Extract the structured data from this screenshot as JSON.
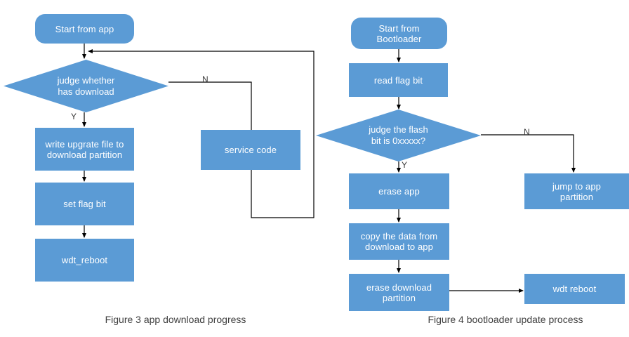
{
  "figure_left": {
    "caption": "Figure 3 app download progress",
    "nodes": {
      "start": "Start from app",
      "decision": "judge whether\nhas download",
      "write": "write upgrate file to\ndownload partition",
      "setflag": "set flag bit",
      "reboot": "wdt_reboot",
      "service": "service code"
    },
    "edge_labels": {
      "yes": "Y",
      "no": "N"
    }
  },
  "figure_right": {
    "caption": "Figure 4 bootloader update process",
    "nodes": {
      "start": "Start from\nBootloader",
      "readflag": "read flag bit",
      "decision": "judge the flash\nbit is 0xxxxx?",
      "erase_app": "erase app",
      "copy": "copy the data from\ndownload to app",
      "erase_download": "erase download\npartition",
      "jump": "jump to app\npartition",
      "reboot": "wdt reboot"
    },
    "edge_labels": {
      "yes": "Y",
      "no": "N"
    }
  },
  "colors": {
    "node_fill": "#5B9BD5",
    "node_text": "#FFFFFF",
    "connector": "#000000",
    "caption_text": "#404040",
    "background": "#FFFFFF"
  }
}
